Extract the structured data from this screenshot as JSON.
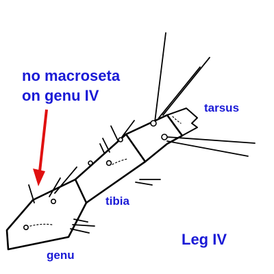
{
  "annotation": {
    "line1": "no macroseta",
    "line2": "on genu IV"
  },
  "segments": {
    "tarsus": "tarsus",
    "tibia": "tibia",
    "genu": "genu"
  },
  "leg_label": "Leg IV",
  "colors": {
    "label_text": "#1a1ad6",
    "arrow": "#e01010",
    "outline": "#000000",
    "background": "#ffffff"
  }
}
